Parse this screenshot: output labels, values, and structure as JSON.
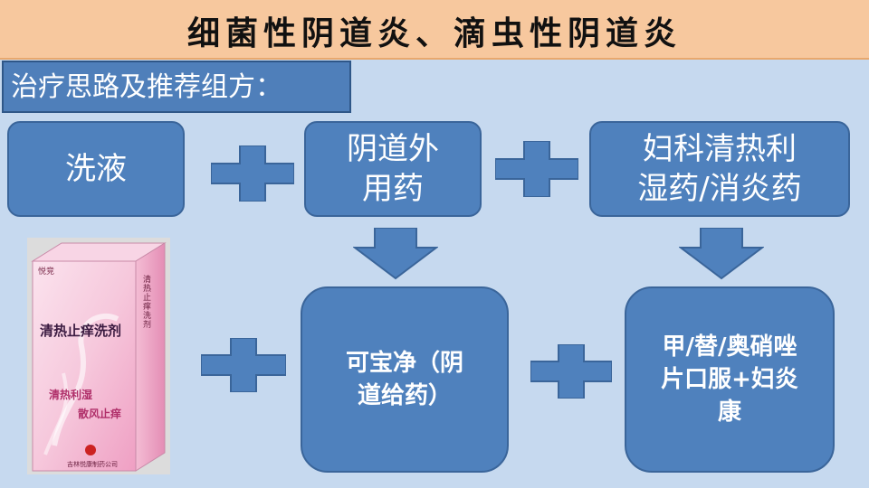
{
  "title": "细菌性阴道炎、滴虫性阴道炎",
  "subtitle": "治疗思路及推荐组方：",
  "top_row": {
    "box1": "洗液",
    "box2": "阴道外\n用药",
    "box3": "妇科清热利\n湿药/消炎药"
  },
  "bottom_row": {
    "box4": "可宝净（阴\n道给药）",
    "box5": "甲/替/奥硝唑\n片口服+妇炎\n康"
  },
  "product": {
    "brand": "悦竞",
    "name": "清热止痒洗剂",
    "slogan1": "清热利湿",
    "slogan2": "散风止痒",
    "side": "清热止痒洗剂",
    "maker": "吉林悦康制药公司"
  },
  "colors": {
    "title_bg": "#f7c89e",
    "subtitle_bg": "#4f7fba",
    "box_fill": "#4f81bd",
    "background": "#c6d9ef"
  }
}
